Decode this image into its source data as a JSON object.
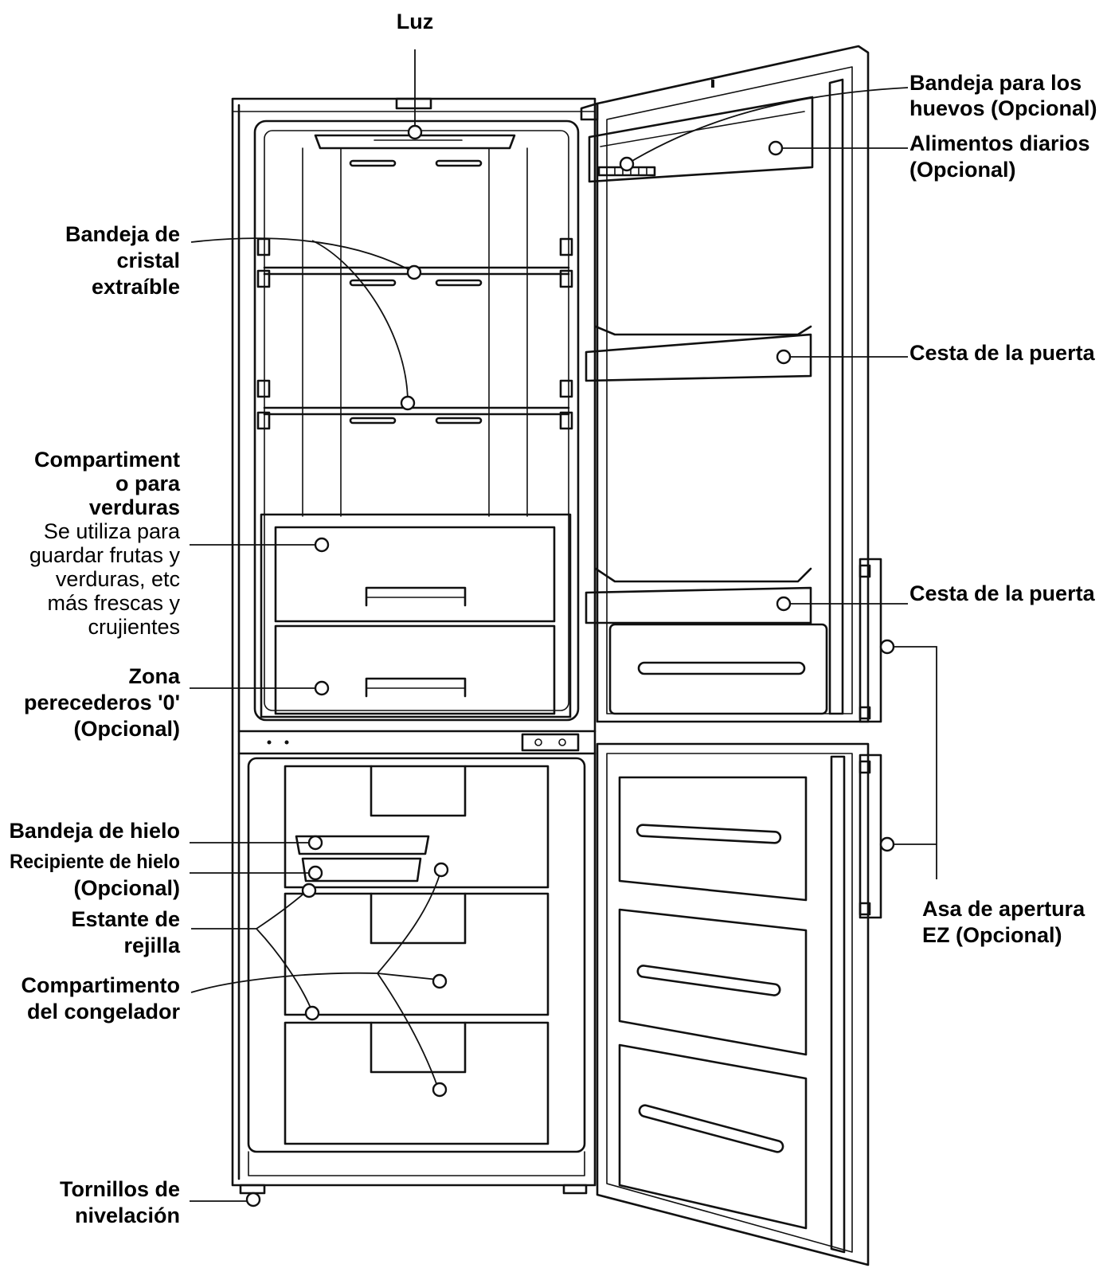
{
  "labels": {
    "luz": "Luz",
    "bandeja_huevos": [
      "Bandeja para los",
      "huevos (Opcional)"
    ],
    "alimentos_diarios": [
      "Alimentos diarios",
      "(Opcional)"
    ],
    "bandeja_cristal": [
      "Bandeja de",
      "cristal",
      "extraíble"
    ],
    "cesta_puerta_1": "Cesta de la puerta",
    "cesta_puerta_2": "Cesta de la puerta",
    "compartimento_verduras_title": [
      "Compartiment",
      "o para",
      "verduras"
    ],
    "compartimento_verduras_desc": [
      "Se utiliza para",
      "guardar frutas y",
      "verduras, etc",
      "más frescas y",
      "crujientes"
    ],
    "zona_perecederos": [
      "Zona",
      "perecederos '0'",
      "(Opcional)"
    ],
    "bandeja_hielo": "Bandeja de hielo",
    "recipiente_hielo": [
      "Recipiente de hielo",
      "(Opcional)"
    ],
    "estante_rejilla": [
      "Estante de",
      "rejilla"
    ],
    "compartimento_congelador": [
      "Compartimento",
      "del congelador"
    ],
    "asa_apertura": [
      "Asa de apertura",
      "EZ (Opcional)"
    ],
    "tornillos_nivelacion": [
      "Tornillos de",
      "nivelación"
    ]
  }
}
